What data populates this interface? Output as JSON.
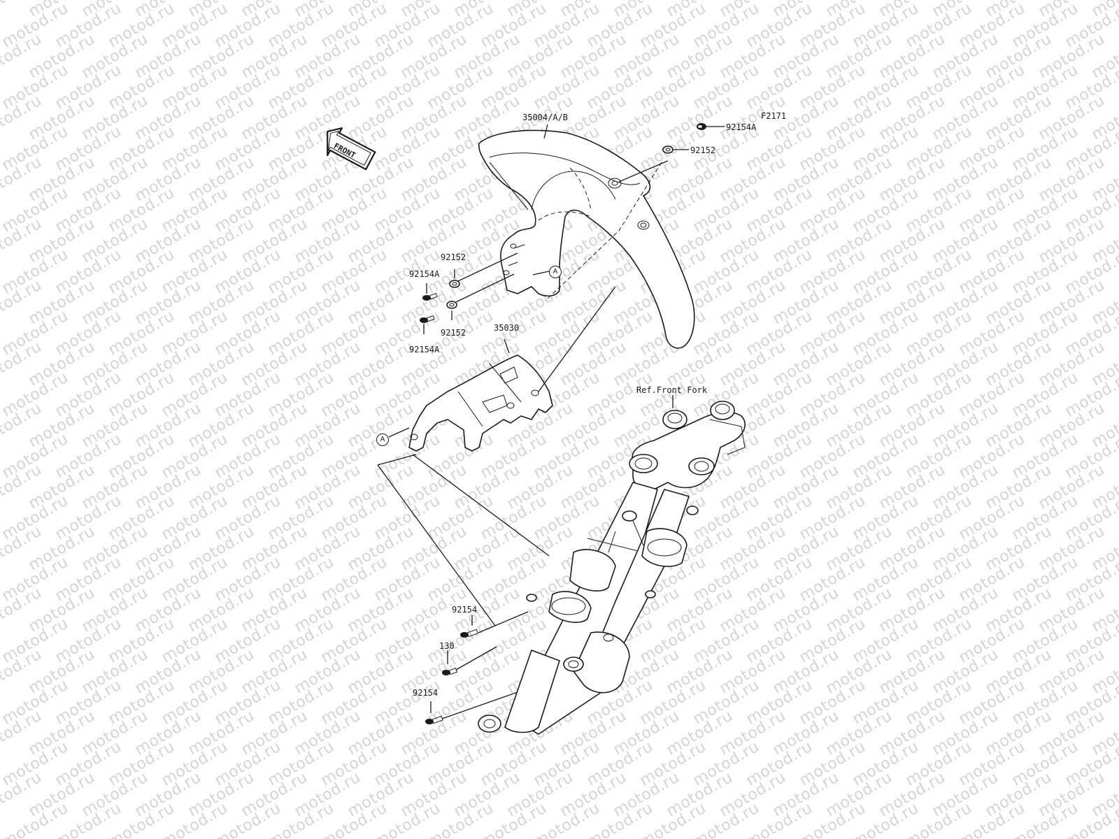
{
  "watermark": {
    "text": "motod.ru"
  },
  "figure_code": "F2171",
  "front_marker": {
    "text": "FRONT"
  },
  "reference": {
    "text": "Ref.Front Fork"
  },
  "callout_marker": "A",
  "parts": {
    "fender": "35004/A/B",
    "cover": "35030",
    "bolt_top_right": "92154A",
    "washer_top_right": "92152",
    "washer_left_upper": "92152",
    "bolt_left_upper": "92154A",
    "washer_left_lower": "92152",
    "bolt_left_lower": "92154A",
    "bolt_fork_upper": "92154",
    "bolt_fork_middle": "130",
    "bolt_fork_lower": "92154"
  }
}
